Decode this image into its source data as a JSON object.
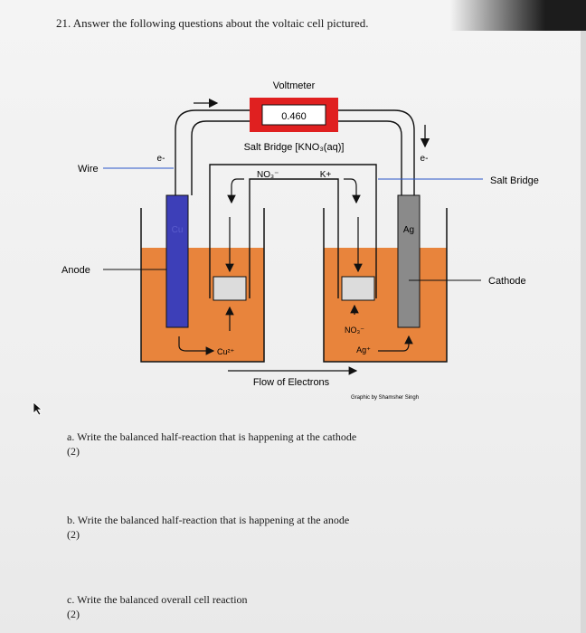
{
  "header": {
    "question": "21. Answer the following questions about the voltaic cell pictured."
  },
  "diagram": {
    "voltmeter_label": "Voltmeter",
    "voltmeter_reading": "0.460",
    "salt_bridge_title": "Salt Bridge [KNO₃(aq)]",
    "no3_bridge": "NO₃⁻",
    "k_plus": "K+",
    "e_left": "e-",
    "e_right": "e-",
    "wire_label": "Wire",
    "salt_bridge_label": "Salt Bridge",
    "anode_label": "Anode",
    "cathode_label": "Cathode",
    "cu_electrode": "Cu",
    "ag_electrode": "Ag",
    "cu_ion": "Cu²⁺",
    "no3_ion": "NO₃⁻",
    "ag_ion": "Ag⁺",
    "flow_label": "Flow of Electrons",
    "credit": "Graphic by Shamsher Singh",
    "colors": {
      "solution": "#e8843c",
      "anode": "#3d3fb8",
      "cathode": "#8a8a8a",
      "voltmeter": "#e02020"
    }
  },
  "questions": [
    {
      "text": "a. Write the balanced half-reaction that is happening at the cathode",
      "points": "(2)"
    },
    {
      "text": "b. Write the balanced half-reaction that is happening at the anode",
      "points": "(2)"
    },
    {
      "text": "c. Write the balanced overall cell reaction",
      "points": "(2)"
    }
  ]
}
